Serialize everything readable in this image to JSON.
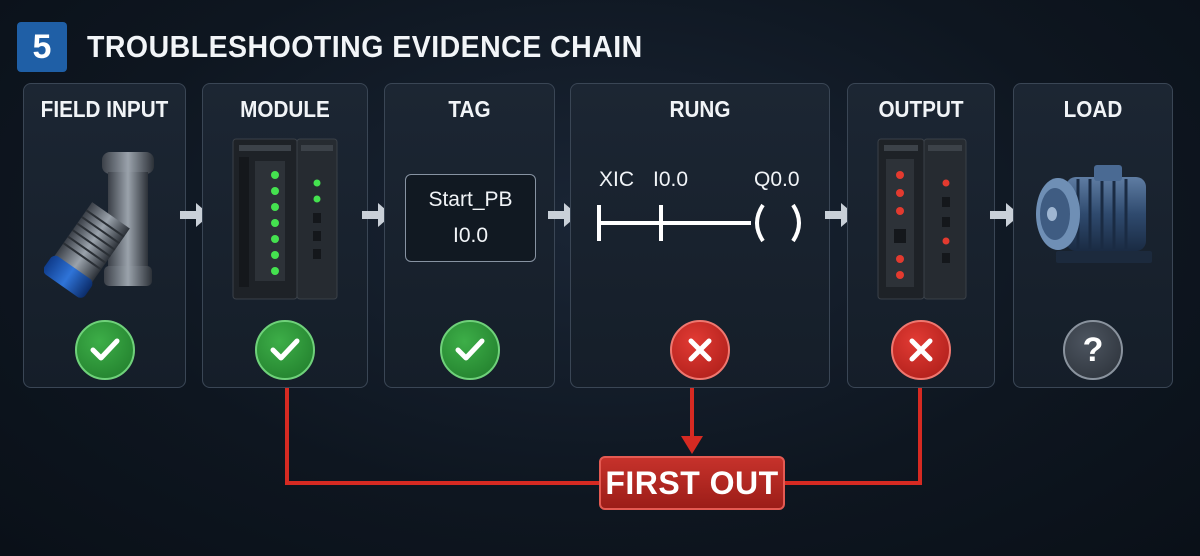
{
  "header": {
    "step_number": "5",
    "title": "TROUBLESHOOTING EVIDENCE CHAIN"
  },
  "panels": [
    {
      "title": "FIELD INPUT",
      "icon": "proximity-sensor-icon",
      "status": "ok"
    },
    {
      "title": "MODULE",
      "icon": "io-module-green-leds-icon",
      "status": "ok"
    },
    {
      "title": "TAG",
      "tag_name": "Start_PB",
      "tag_address": "I0.0",
      "status": "ok"
    },
    {
      "title": "RUNG",
      "instruction": "XIC",
      "contact_address": "I0.0",
      "coil_address": "Q0.0",
      "status": "fail"
    },
    {
      "title": "OUTPUT",
      "icon": "io-module-red-leds-icon",
      "status": "fail"
    },
    {
      "title": "LOAD",
      "icon": "electric-motor-icon",
      "status": "unknown"
    }
  ],
  "first_out": {
    "label": "FIRST OUT"
  },
  "colors": {
    "ok": "#2e9a3a",
    "fail": "#c8261f",
    "unknown": "#3a414a",
    "connector": "#d62a22",
    "step_badge": "#1f5fa6"
  }
}
